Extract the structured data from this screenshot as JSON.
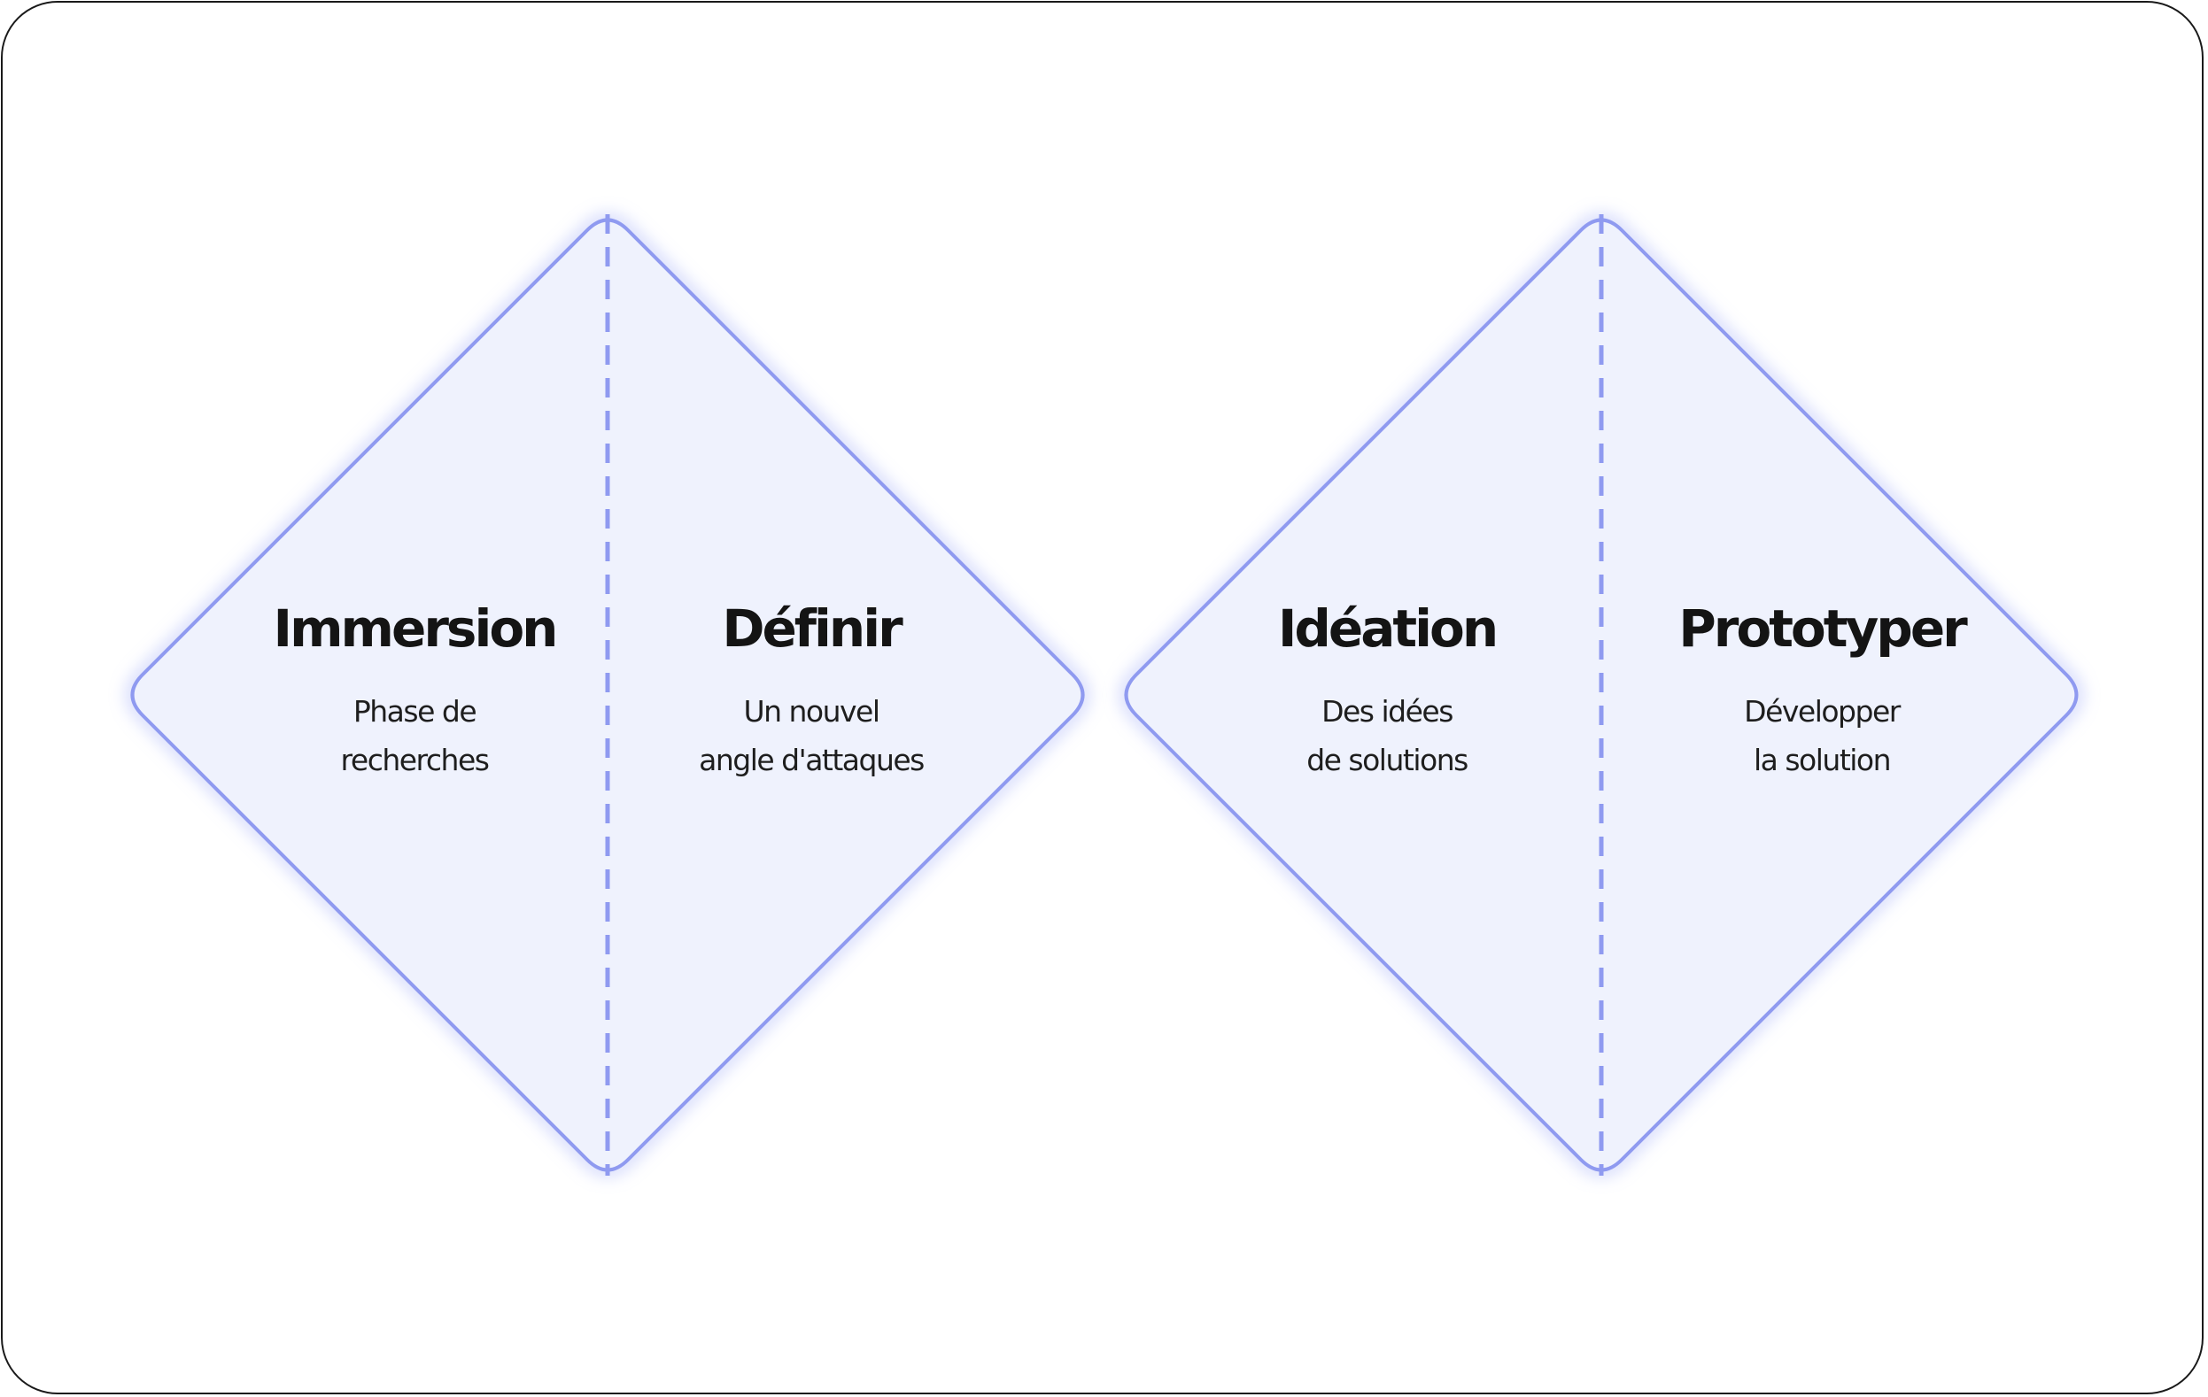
{
  "phases": [
    {
      "title": "Immersion",
      "lines": [
        "Phase de",
        "recherches"
      ]
    },
    {
      "title": "Définir",
      "lines": [
        "Un nouvel",
        "angle d'attaques"
      ]
    },
    {
      "title": "Idéation",
      "lines": [
        "Des idées",
        "de solutions"
      ]
    },
    {
      "title": "Prototyper",
      "lines": [
        "Développer",
        "la solution"
      ]
    }
  ],
  "colors": {
    "diamond_fill": "#eff2fd",
    "diamond_stroke": "#8f9af0",
    "divider": "#8f9af0",
    "glow": "#aab4f7"
  }
}
